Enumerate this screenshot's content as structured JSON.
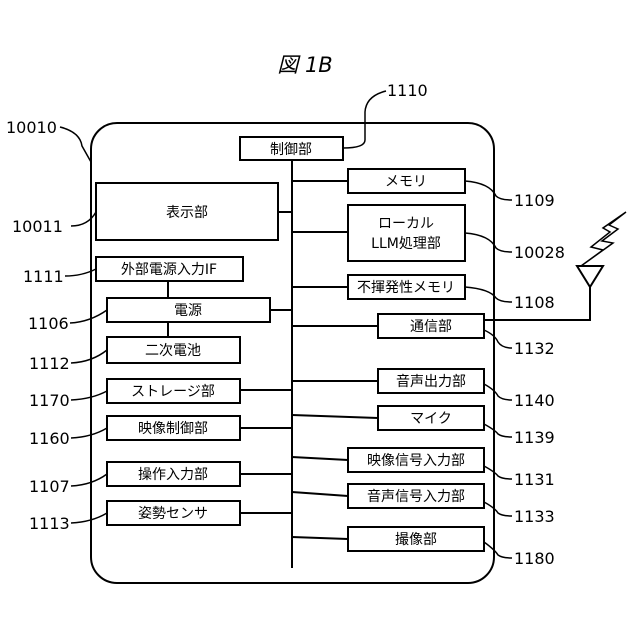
{
  "title": "図 1B",
  "refs": {
    "device": "10010",
    "controller": "1110",
    "display": "10011",
    "ext_power_if": "1111",
    "power": "1106",
    "battery": "1112",
    "storage": "1170",
    "video_ctrl": "1160",
    "operation_input": "1107",
    "posture_sensor": "1113",
    "memory": "1109",
    "local_llm": "10028",
    "nonvolatile": "1108",
    "comm": "1132",
    "audio_out": "1140",
    "mic": "1139",
    "video_in": "1131",
    "audio_in": "1133",
    "camera": "1180"
  },
  "blocks": {
    "controller": "制御部",
    "display": "表示部",
    "ext_power_if": "外部電源入力IF",
    "power": "電源",
    "battery": "二次電池",
    "storage": "ストレージ部",
    "video_ctrl": "映像制御部",
    "operation_input": "操作入力部",
    "posture_sensor": "姿勢センサ",
    "memory": "メモリ",
    "local_llm_line1": "ローカル",
    "local_llm_line2": "LLM処理部",
    "nonvolatile": "不揮発性メモリ",
    "comm": "通信部",
    "audio_out": "音声出力部",
    "mic": "マイク",
    "video_in": "映像信号入力部",
    "audio_in": "音声信号入力部",
    "camera": "撮像部"
  }
}
